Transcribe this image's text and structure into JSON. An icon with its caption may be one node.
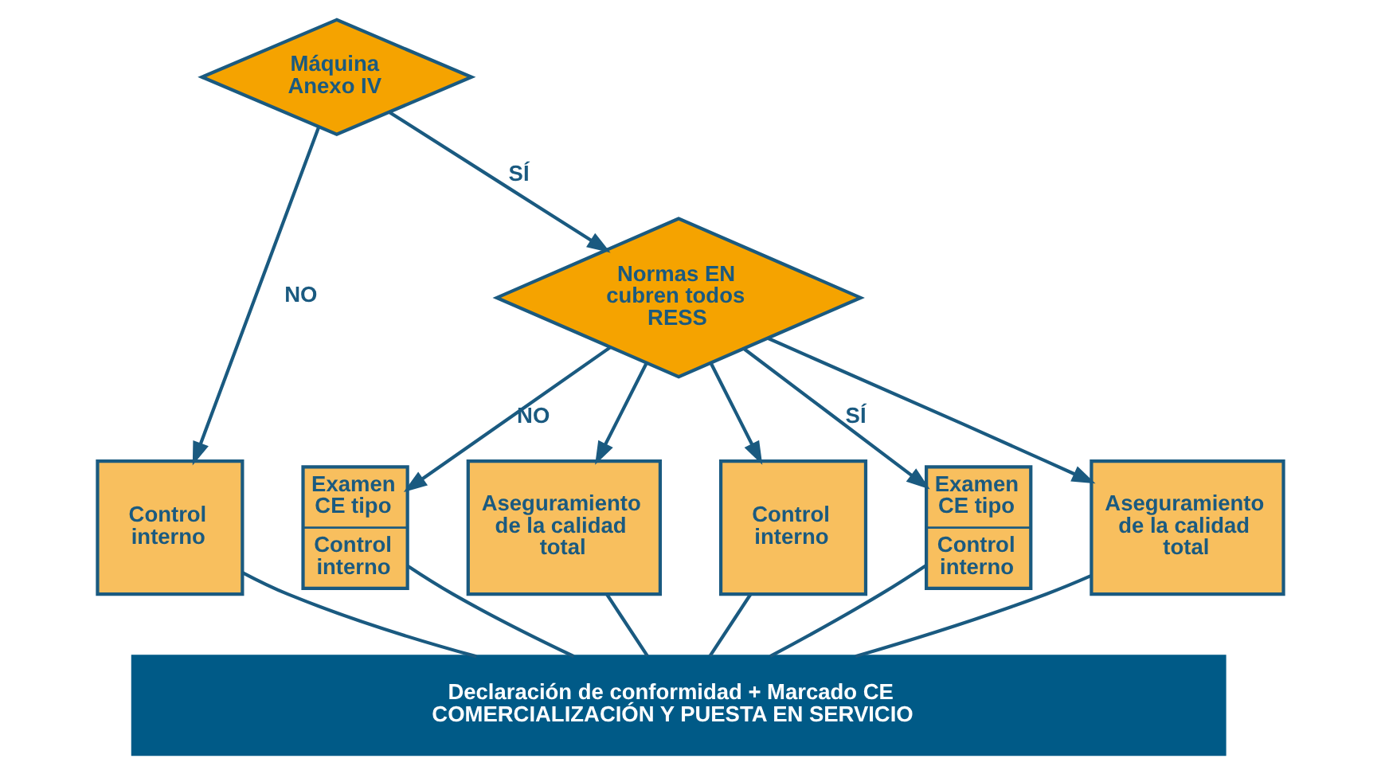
{
  "diagram": {
    "nodes": [
      {
        "text": [
          "Máquina Anexo IV"
        ]
      },
      {
        "text": [
          "Normas EN cubren todos RESS"
        ]
      },
      {
        "text": [
          "Control interno"
        ]
      },
      {
        "text": [
          "Examen CE tipo",
          "Control interno"
        ]
      },
      {
        "text": [
          "Aseguramiento de la calidad total"
        ]
      },
      {
        "text": [
          "Control interno"
        ]
      },
      {
        "text": [
          "Examen CE tipo",
          "Control interno"
        ]
      },
      {
        "text": [
          "Aseguramiento de la calidad total"
        ]
      },
      {
        "text": [
          "Declaración de conformidad + Marcado CE",
          "COMERCIALIZACIÓN Y PUESTA EN SERVICIO"
        ]
      }
    ],
    "edges": [
      {
        "from": 0,
        "to": 2,
        "arrow": "to",
        "label": "NO"
      },
      {
        "from": 0,
        "to": 1,
        "arrow": "to",
        "label": "SÍ"
      },
      {
        "from": 1,
        "to": 3,
        "arrow": "to",
        "label": "NO"
      },
      {
        "from": 1,
        "to": 4,
        "arrow": "to"
      },
      {
        "from": 1,
        "to": 5,
        "arrow": "to"
      },
      {
        "from": 1,
        "to": 6,
        "arrow": "to",
        "label": "SÍ"
      },
      {
        "from": 1,
        "to": 7,
        "arrow": "to"
      },
      {
        "from": 2,
        "to": 8,
        "arrow": "none"
      },
      {
        "from": 3,
        "to": 8,
        "arrow": "none"
      },
      {
        "from": 4,
        "to": 8,
        "arrow": "none"
      },
      {
        "from": 5,
        "to": 8,
        "arrow": "none"
      },
      {
        "from": 6,
        "to": 8,
        "arrow": "none"
      },
      {
        "from": 7,
        "to": 8,
        "arrow": "none"
      }
    ]
  }
}
